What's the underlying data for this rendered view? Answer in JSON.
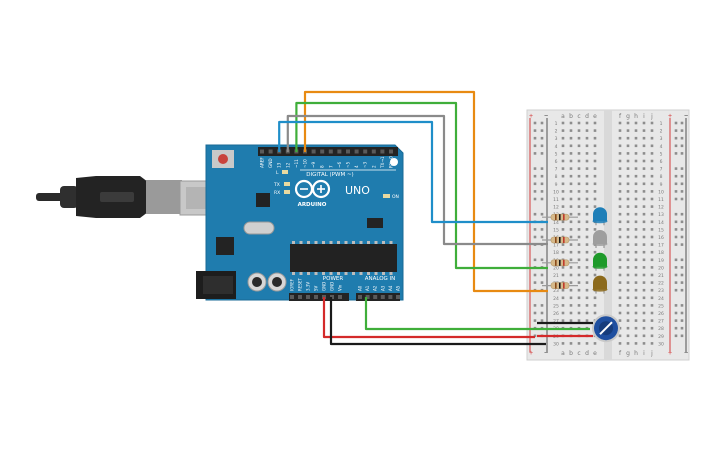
{
  "board": {
    "brand": "ARDUINO",
    "model": "UNO",
    "digital_header": "DIGITAL (PWM ~)",
    "power_header": "POWER",
    "analog_header": "ANALOG IN",
    "tx_label": "TX",
    "rx_label": "RX",
    "on_label": "ON",
    "l_label": "L",
    "digital_pins": [
      "AREF",
      "GND",
      "13",
      "12",
      "~11",
      "~10",
      "~9",
      "8",
      "7",
      "~6",
      "~5",
      "4",
      "~3",
      "2",
      "TX→1",
      "RX←0"
    ],
    "power_pins": [
      "IOREF",
      "RESET",
      "3.3V",
      "5V",
      "GND",
      "GND",
      "Vin"
    ],
    "analog_pins": [
      "A0",
      "A1",
      "A2",
      "A3",
      "A4",
      "A5"
    ]
  },
  "breadboard": {
    "columns_left": [
      "a",
      "b",
      "c",
      "d",
      "e"
    ],
    "columns_right": [
      "f",
      "g",
      "h",
      "i",
      "j"
    ],
    "row_numbers": [
      "1",
      "2",
      "3",
      "4",
      "5",
      "6",
      "7",
      "8",
      "9",
      "10",
      "11",
      "12",
      "13",
      "14",
      "15",
      "16",
      "17",
      "18",
      "19",
      "20",
      "21",
      "22",
      "23",
      "24",
      "25",
      "26",
      "27",
      "28",
      "29",
      "30"
    ],
    "plus": "+",
    "minus": "−"
  },
  "components": {
    "leds": [
      {
        "color": "#1f7fb8",
        "row": 13
      },
      {
        "color": "#9e9e9e",
        "row": 16
      },
      {
        "color": "#1e9a2a",
        "row": 19
      },
      {
        "color": "#8c6a1c",
        "row": 22
      }
    ],
    "potentiometer": {
      "color": "#1f4fa0",
      "row": 28
    }
  },
  "wires": {
    "colors": {
      "blue": "#1f8ec9",
      "gray": "#8a8a8a",
      "green": "#3fae3a",
      "orange": "#e88a12",
      "red": "#d42a2a",
      "black": "#1a1a1a"
    }
  }
}
